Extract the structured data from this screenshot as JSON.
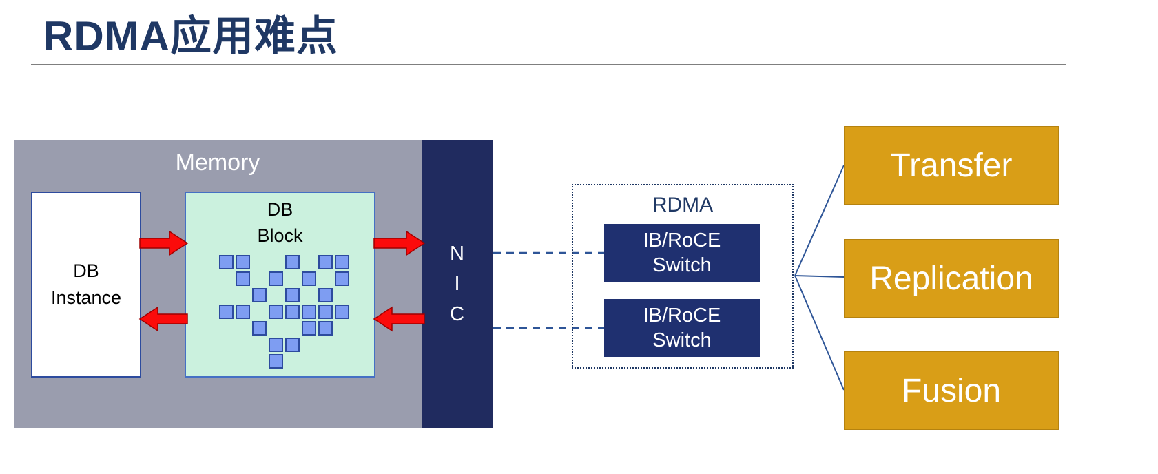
{
  "page": {
    "title": "RDMA应用难点"
  },
  "diagram": {
    "memory": {
      "label": "Memory",
      "db_instance_label": "DB\nInstance",
      "db_block_label": "DB\nBlock"
    },
    "nic": {
      "label": "N\nI\nC"
    },
    "rdma": {
      "label": "RDMA",
      "switches": [
        {
          "label": "IB/RoCE\nSwitch"
        },
        {
          "label": "IB/RoCE\nSwitch"
        }
      ]
    },
    "outputs": [
      {
        "label": "Transfer"
      },
      {
        "label": "Replication"
      },
      {
        "label": "Fusion"
      }
    ],
    "block_pattern": [
      "110010110",
      "010101010",
      "001010100",
      "110111110",
      "001001100",
      "000110000",
      "000100000"
    ],
    "colors": {
      "navy": "#1F3864",
      "rule_gray": "#7F7F7F",
      "memory_gray": "#9A9DAE",
      "block_green": "#CBF1DE",
      "block_border": "#4470C4",
      "square_blue": "#7E9DF2",
      "square_border": "#2D4B9E",
      "arrow_red": "#FB0B0B",
      "arrow_border": "#A00000",
      "nic_navy": "#202B5F",
      "switch_navy": "#1F3070",
      "line_blue": "#2E5597",
      "orange": "#D99E17"
    }
  }
}
